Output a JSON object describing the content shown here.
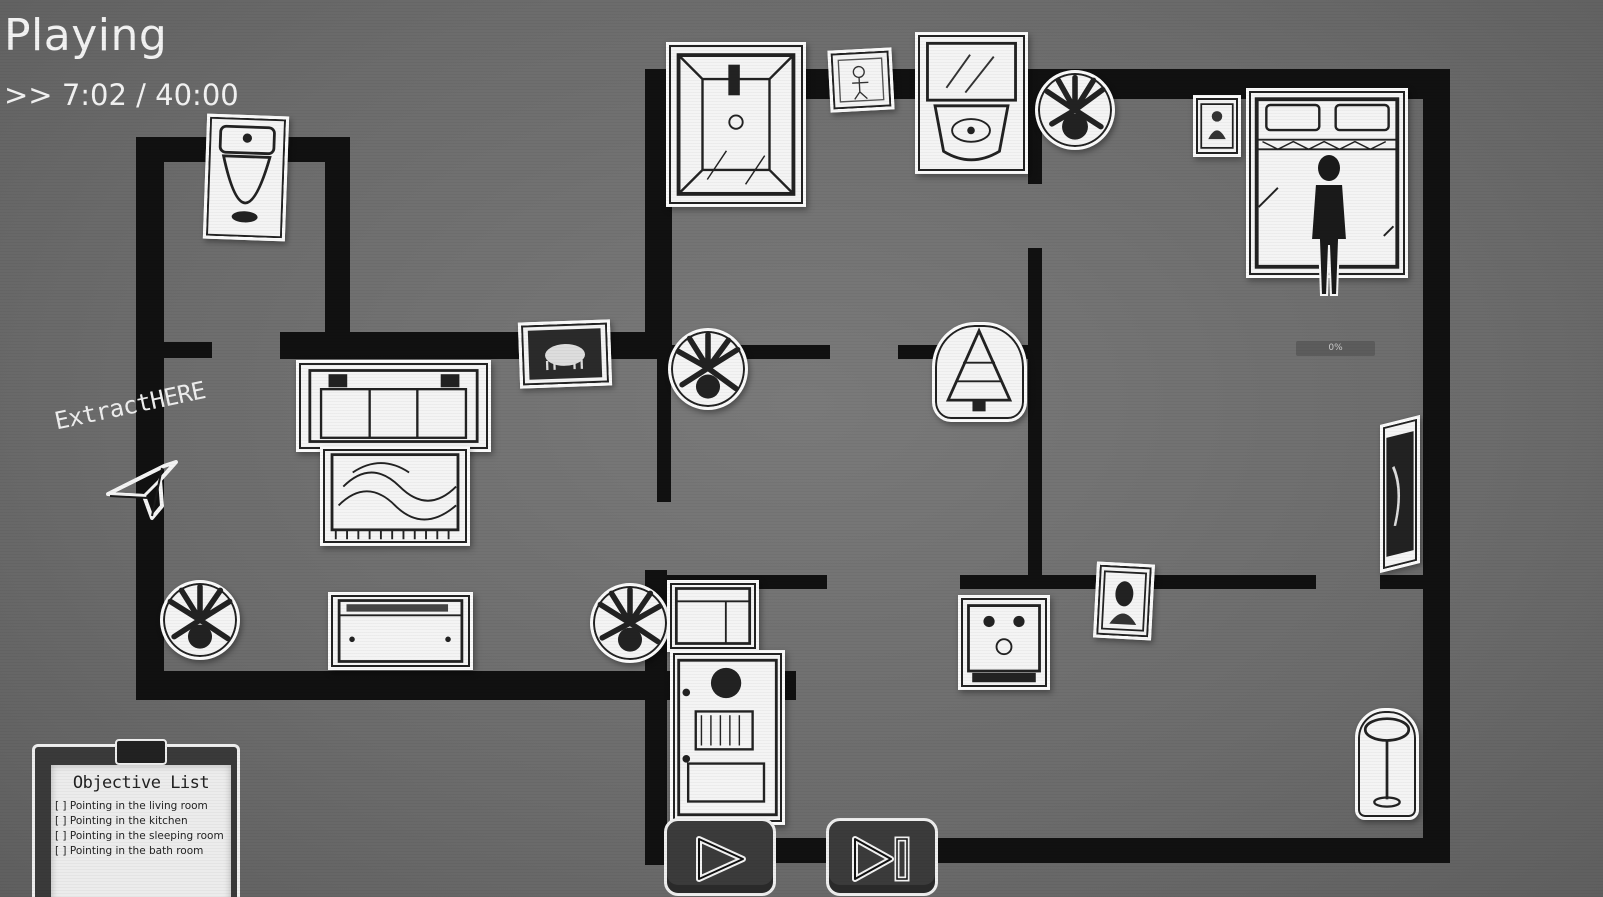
{
  "hud": {
    "status": "Playing",
    "timer": ">> 7:02 / 40:00"
  },
  "map": {
    "extract_label": "ExtractHERE",
    "progress_label": "0%",
    "progress_value": 0
  },
  "objectives": {
    "title": "Objective List",
    "items": [
      "[ ] Pointing in the living room",
      "[ ] Pointing in the kitchen",
      "[ ] Pointing in the sleeping room",
      "[ ] Pointing in the bath room"
    ]
  },
  "controls": {
    "play_icon": "play-icon",
    "skip_icon": "skip-forward-icon"
  }
}
